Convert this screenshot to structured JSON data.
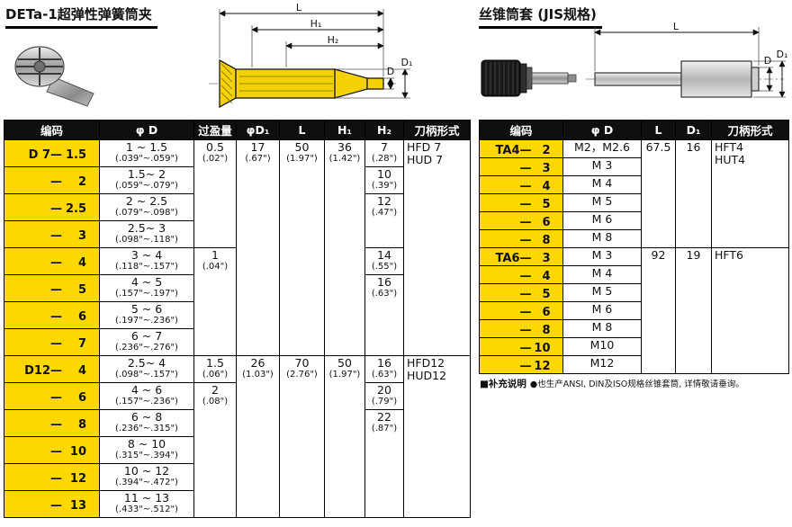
{
  "colors": {
    "yellow": "#ffd800",
    "part-yellow": "#f4d205",
    "header-bg": "#0f0f0f"
  },
  "left": {
    "title": "DETa-1超弹性弹簧筒夹",
    "dims": {
      "L": "L",
      "H1": "H₁",
      "H2": "H₂",
      "D": "D",
      "D1": "D₁"
    },
    "headers": [
      "编码",
      "φ D",
      "过盈量",
      "φD₁",
      "L",
      "H₁",
      "H₂",
      "刀柄形式"
    ],
    "rows": [
      [
        {
          "p": "D 7—",
          "v": "1.5"
        },
        {
          "t": [
            "1 ~ 1.5",
            "(.039\"~.059\")"
          ]
        },
        {
          "t": [
            "0.5",
            "(.02\")"
          ],
          "rs": 4
        },
        {
          "t": [
            "17",
            "(.67\")"
          ],
          "rs": 8
        },
        {
          "t": [
            "50",
            "(1.97\")"
          ],
          "rs": 8
        },
        {
          "t": [
            "36",
            "(1.42\")"
          ],
          "rs": 8
        },
        {
          "t": [
            "7",
            "(.28\")"
          ]
        },
        {
          "t": [
            "HFD 7",
            "HUD 7"
          ],
          "rs": 8,
          "cls": "ls eq"
        }
      ],
      [
        {
          "p": "—",
          "v": "2"
        },
        {
          "t": [
            "1.5~ 2",
            "(.059\"~.079\")"
          ]
        },
        null,
        null,
        null,
        null,
        {
          "t": [
            "10",
            "(.39\")"
          ]
        },
        null
      ],
      [
        {
          "p": "—",
          "v": "2.5"
        },
        {
          "t": [
            "2 ~ 2.5",
            "(.079\"~.098\")"
          ]
        },
        null,
        null,
        null,
        null,
        {
          "t": [
            "12",
            "(.47\")"
          ],
          "rs": 2
        },
        null
      ],
      [
        {
          "p": "—",
          "v": "3"
        },
        {
          "t": [
            "2.5~ 3",
            "(.098\"~.118\")"
          ]
        },
        null,
        null,
        null,
        null,
        null,
        null
      ],
      [
        {
          "p": "—",
          "v": "4"
        },
        {
          "t": [
            "3 ~ 4",
            "(.118\"~.157\")"
          ]
        },
        {
          "t": [
            "1",
            "(.04\")"
          ],
          "rs": 4
        },
        null,
        null,
        null,
        {
          "t": [
            "14",
            "(.55\")"
          ]
        },
        null
      ],
      [
        {
          "p": "—",
          "v": "5"
        },
        {
          "t": [
            "4 ~ 5",
            "(.157\"~.197\")"
          ]
        },
        null,
        null,
        null,
        null,
        {
          "t": [
            "16",
            "(.63\")"
          ],
          "rs": 3
        },
        null
      ],
      [
        {
          "p": "—",
          "v": "6"
        },
        {
          "t": [
            "5 ~ 6",
            "(.197\"~.236\")"
          ]
        },
        null,
        null,
        null,
        null,
        null,
        null
      ],
      [
        {
          "p": "—",
          "v": "7"
        },
        {
          "t": [
            "6 ~ 7",
            "(.236\"~.276\")"
          ]
        },
        null,
        null,
        null,
        null,
        null,
        null
      ],
      [
        {
          "p": "D12—",
          "v": "4"
        },
        {
          "t": [
            "2.5~ 4",
            "(.098\"~.157\")"
          ]
        },
        {
          "t": [
            "1.5",
            "(.06\")"
          ]
        },
        {
          "t": [
            "26",
            "(1.03\")"
          ],
          "rs": 6
        },
        {
          "t": [
            "70",
            "(2.76\")"
          ],
          "rs": 6
        },
        {
          "t": [
            "50",
            "(1.97\")"
          ],
          "rs": 6
        },
        {
          "t": [
            "16",
            "(.63\")"
          ]
        },
        {
          "t": [
            "HFD12",
            "HUD12"
          ],
          "rs": 6,
          "cls": "ls eq"
        }
      ],
      [
        {
          "p": "—",
          "v": "6"
        },
        {
          "t": [
            "4 ~ 6",
            "(.157\"~.236\")"
          ]
        },
        {
          "t": [
            "2",
            "(.08\")"
          ],
          "rs": 5
        },
        null,
        null,
        null,
        {
          "t": [
            "20",
            "(.79\")"
          ]
        },
        null
      ],
      [
        {
          "p": "—",
          "v": "8"
        },
        {
          "t": [
            "6 ~ 8",
            "(.236\"~.315\")"
          ]
        },
        null,
        null,
        null,
        null,
        {
          "t": [
            "22",
            "(.87\")"
          ],
          "rs": 4
        },
        null
      ],
      [
        {
          "p": "—",
          "v": "10"
        },
        {
          "t": [
            "8 ~ 10",
            "(.315\"~.394\")"
          ]
        },
        null,
        null,
        null,
        null,
        null,
        null
      ],
      [
        {
          "p": "—",
          "v": "12"
        },
        {
          "t": [
            "10 ~ 12",
            "(.394\"~.472\")"
          ]
        },
        null,
        null,
        null,
        null,
        null,
        null
      ],
      [
        {
          "p": "—",
          "v": "13"
        },
        {
          "t": [
            "11 ~ 13",
            "(.433\"~.512\")"
          ]
        },
        null,
        null,
        null,
        null,
        null,
        null
      ]
    ]
  },
  "right": {
    "title": "丝锥筒套 (JIS规格)",
    "dims": {
      "L": "L",
      "D": "D",
      "D1": "D₁"
    },
    "headers": [
      "编码",
      "φ D",
      "L",
      "D₁",
      "刀柄形式"
    ],
    "rows": [
      [
        {
          "p": "TA4—",
          "v": "2"
        },
        {
          "t": [
            "M2，M2.6"
          ]
        },
        {
          "t": [
            "67.5"
          ],
          "rs": 6
        },
        {
          "t": [
            "16"
          ],
          "rs": 6
        },
        {
          "t": [
            "HFT4",
            "HUT4"
          ],
          "rs": 6,
          "cls": "ls eq"
        }
      ],
      [
        {
          "p": "—",
          "v": "3"
        },
        {
          "t": [
            "M 3"
          ]
        },
        null,
        null,
        null
      ],
      [
        {
          "p": "—",
          "v": "4"
        },
        {
          "t": [
            "M 4"
          ]
        },
        null,
        null,
        null
      ],
      [
        {
          "p": "—",
          "v": "5"
        },
        {
          "t": [
            "M 5"
          ]
        },
        null,
        null,
        null
      ],
      [
        {
          "p": "—",
          "v": "6"
        },
        {
          "t": [
            "M 6"
          ]
        },
        null,
        null,
        null
      ],
      [
        {
          "p": "—",
          "v": "8"
        },
        {
          "t": [
            "M 8"
          ]
        },
        null,
        null,
        null
      ],
      [
        {
          "p": "TA6—",
          "v": "3"
        },
        {
          "t": [
            "M 3"
          ]
        },
        {
          "t": [
            "92"
          ],
          "rs": 7
        },
        {
          "t": [
            "19"
          ],
          "rs": 7
        },
        {
          "t": [
            "HFT6"
          ],
          "rs": 7,
          "cls": "ls eq"
        }
      ],
      [
        {
          "p": "—",
          "v": "4"
        },
        {
          "t": [
            "M 4"
          ]
        },
        null,
        null,
        null
      ],
      [
        {
          "p": "—",
          "v": "5"
        },
        {
          "t": [
            "M 5"
          ]
        },
        null,
        null,
        null
      ],
      [
        {
          "p": "—",
          "v": "6"
        },
        {
          "t": [
            "M 6"
          ]
        },
        null,
        null,
        null
      ],
      [
        {
          "p": "—",
          "v": "8"
        },
        {
          "t": [
            "M 8"
          ]
        },
        null,
        null,
        null
      ],
      [
        {
          "p": "—",
          "v": "10"
        },
        {
          "t": [
            "M10"
          ]
        },
        null,
        null,
        null
      ],
      [
        {
          "p": "—",
          "v": "12"
        },
        {
          "t": [
            "M12"
          ]
        },
        null,
        null,
        null
      ]
    ]
  },
  "note": {
    "head": "■补充说明",
    "text": "●也生产ANSI, DIN及ISO规格丝锥套筒, 详情敬请垂询。"
  }
}
